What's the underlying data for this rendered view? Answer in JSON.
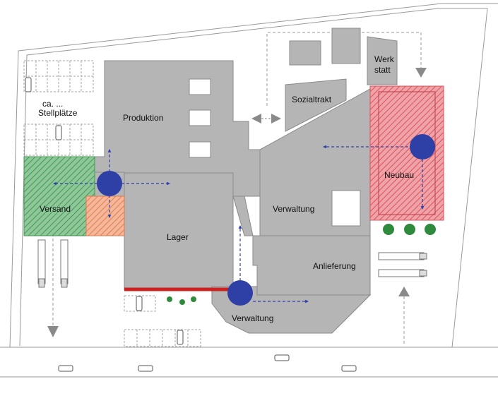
{
  "colors": {
    "building": "#b5b5b5",
    "building_stroke": "#8a8a8a",
    "versand_hatch": "#3f9a4f",
    "hatch_orange": "#e07a4e",
    "neubau_hatch": "#e0505a",
    "marker": "#2e3fa6",
    "dock_line": "#cc2222",
    "tree": "#2e8b3e",
    "outline": "#9a9a9a"
  },
  "labels": {
    "produktion": "Produktion",
    "sozialtrakt": "Sozialtrakt",
    "werkstatt_line1": "Werk",
    "werkstatt_line2": "statt",
    "stellplaetze_line1": "ca. ...",
    "stellplaetze_line2": "Stellplätze",
    "versand": "Versand",
    "lager": "Lager",
    "verwaltung_upper": "Verwaltung",
    "neubau": "Neubau",
    "anlieferung": "Anlieferung",
    "verwaltung_lower": "Verwaltung"
  },
  "icons": {
    "marker": "circle-marker-icon",
    "arrow": "arrow-icon",
    "car": "car-icon",
    "truck": "truck-icon",
    "tree": "tree-icon"
  }
}
